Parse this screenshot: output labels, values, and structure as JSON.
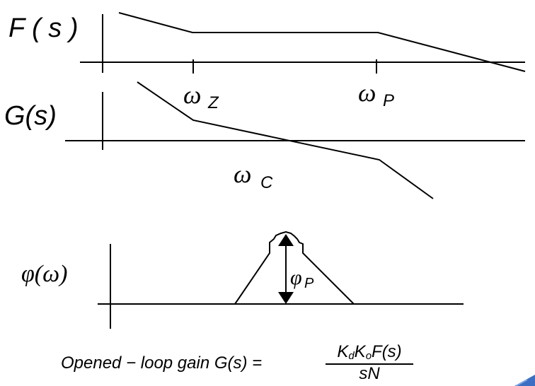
{
  "labels": {
    "f_of_s": "F ( s )",
    "g_of_s": "G(s)",
    "omega_z_symbol": "ω",
    "omega_z_sub": "Z",
    "omega_p_symbol": "ω",
    "omega_p_sub": "P",
    "omega_c_symbol": "ω",
    "omega_c_sub": "C",
    "phi_of_omega": "φ(ω)",
    "phi_p_symbol": "φ",
    "phi_p_sub": "P"
  },
  "formula": {
    "prefix": "Opened − loop gain G(s) =",
    "numerator_k1": "K",
    "numerator_k1_sub": "d",
    "numerator_k2": "K",
    "numerator_k2_sub": "o",
    "numerator_rest": "F(s)",
    "denominator": "sN"
  },
  "colors": {
    "line": "#000000",
    "background": "#ffffff",
    "corner_accent": "#3c6fc4"
  }
}
